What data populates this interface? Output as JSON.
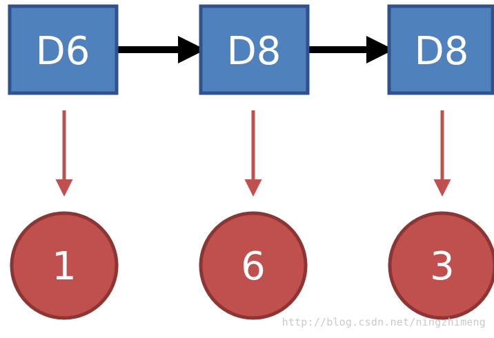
{
  "diagram": {
    "nodes": [
      {
        "label": "D6",
        "value": "1"
      },
      {
        "label": "D8",
        "value": "6"
      },
      {
        "label": "D8",
        "value": "3"
      }
    ]
  },
  "colors": {
    "box_fill": "#4f81bd",
    "box_border": "#2f528f",
    "chain_arrow": "#000000",
    "pointer_arrow": "#c0504d",
    "circle_fill": "#c0504d",
    "circle_border": "#8c3533"
  },
  "watermark": "http://blog.csdn.net/ningzhimeng"
}
